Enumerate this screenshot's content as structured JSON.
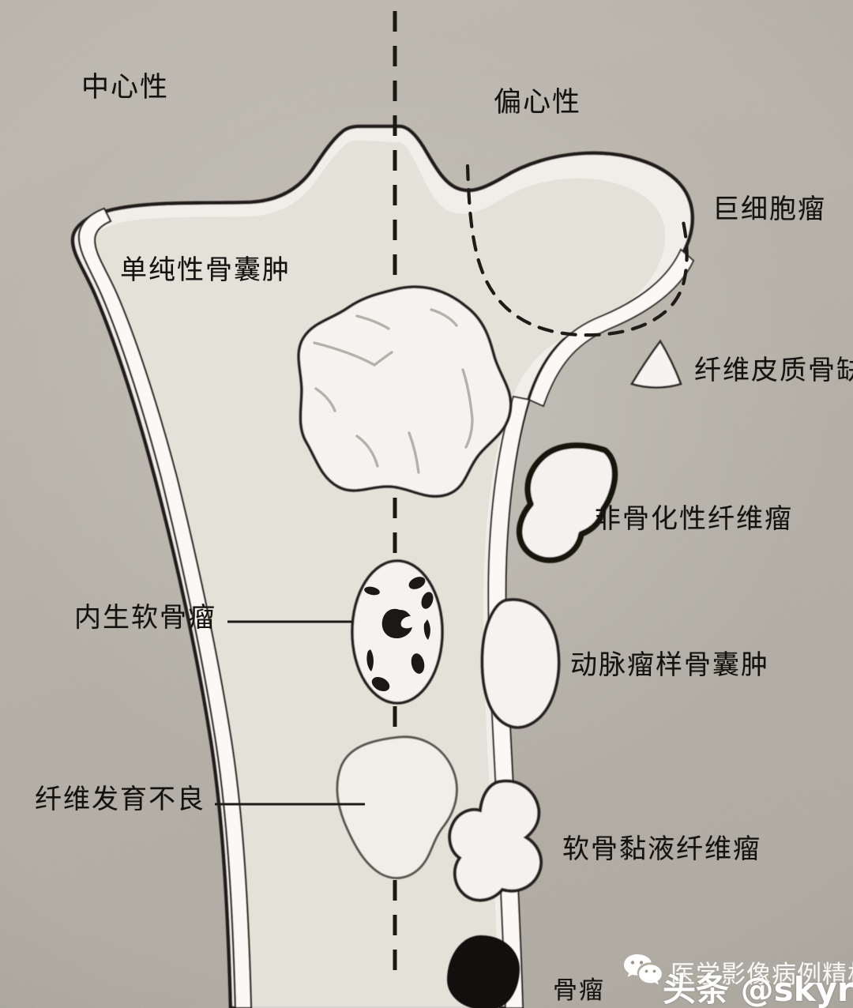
{
  "figure": {
    "type": "medical-illustration",
    "subject": "bone-tumor-location-diagram",
    "bone": "proximal-tibia",
    "columns": {
      "left_heading": "中心性",
      "right_heading": "偏心性"
    },
    "midline": "dashed-vertical-axis"
  },
  "labels": {
    "central_heading": "中心性",
    "eccentric_heading": "偏心性",
    "giant_cell_tumor": "巨细胞瘤",
    "simple_bone_cyst": "单纯性骨囊肿",
    "fibrous_cortical_defect": "纤维皮质骨缺",
    "non_ossifying_fibroma": "非骨化性纤维瘤",
    "enchondroma": "内生软骨瘤",
    "aneurysmal_bone_cyst": "动脉瘤样骨囊肿",
    "fibrous_dysplasia": "纤维发育不良",
    "chondromyxoid_fibroma": "软骨黏液纤维瘤",
    "osteoma": "骨瘤"
  },
  "lesions": [
    {
      "key": "giant_cell_tumor",
      "label": "巨细胞瘤",
      "side": "eccentric",
      "region": "epiphysis",
      "outline": "dashed"
    },
    {
      "key": "simple_bone_cyst",
      "label": "单纯性骨囊肿",
      "side": "central",
      "region": "metaphysis",
      "outline": "solid-lobulated"
    },
    {
      "key": "fibrous_cortical_defect",
      "label": "纤维皮质骨缺",
      "side": "eccentric",
      "region": "cortex",
      "outline": "solid-thin"
    },
    {
      "key": "non_ossifying_fibroma",
      "label": "非骨化性纤维瘤",
      "side": "eccentric",
      "region": "metaphyseal-cortex",
      "outline": "solid-bold"
    },
    {
      "key": "enchondroma",
      "label": "内生软骨瘤",
      "side": "central",
      "region": "diaphysis",
      "outline": "solid-oval",
      "content": "stippled-calcifications"
    },
    {
      "key": "aneurysmal_bone_cyst",
      "label": "动脉瘤样骨囊肿",
      "side": "eccentric",
      "region": "metaphysis",
      "outline": "solid-expansile-oval"
    },
    {
      "key": "fibrous_dysplasia",
      "label": "纤维发育不良",
      "side": "central",
      "region": "diaphysis",
      "outline": "solid-rounded"
    },
    {
      "key": "chondromyxoid_fibroma",
      "label": "软骨黏液纤维瘤",
      "side": "eccentric",
      "region": "diaphyseal-cortex",
      "outline": "solid-bubbly"
    },
    {
      "key": "osteoma",
      "label": "骨瘤",
      "side": "eccentric",
      "region": "cortex-surface",
      "outline": "solid-dense"
    }
  ],
  "leader_lines": [
    {
      "from": "enchondroma",
      "style": "horizontal"
    },
    {
      "from": "fibrous_dysplasia",
      "style": "horizontal"
    }
  ],
  "watermark": {
    "wechat_account": "医学影像病例精析",
    "platform_overlay": "头条 @skyrising",
    "icon": "wechat-icon"
  },
  "colors": {
    "paper": "#bab6ad",
    "bone_fill": "#ecebe5",
    "cortex_fill": "#f6f5f1",
    "ink": "#211e1a",
    "lesion_fill": "#f2f1ec",
    "calcification": "#1b1815"
  }
}
